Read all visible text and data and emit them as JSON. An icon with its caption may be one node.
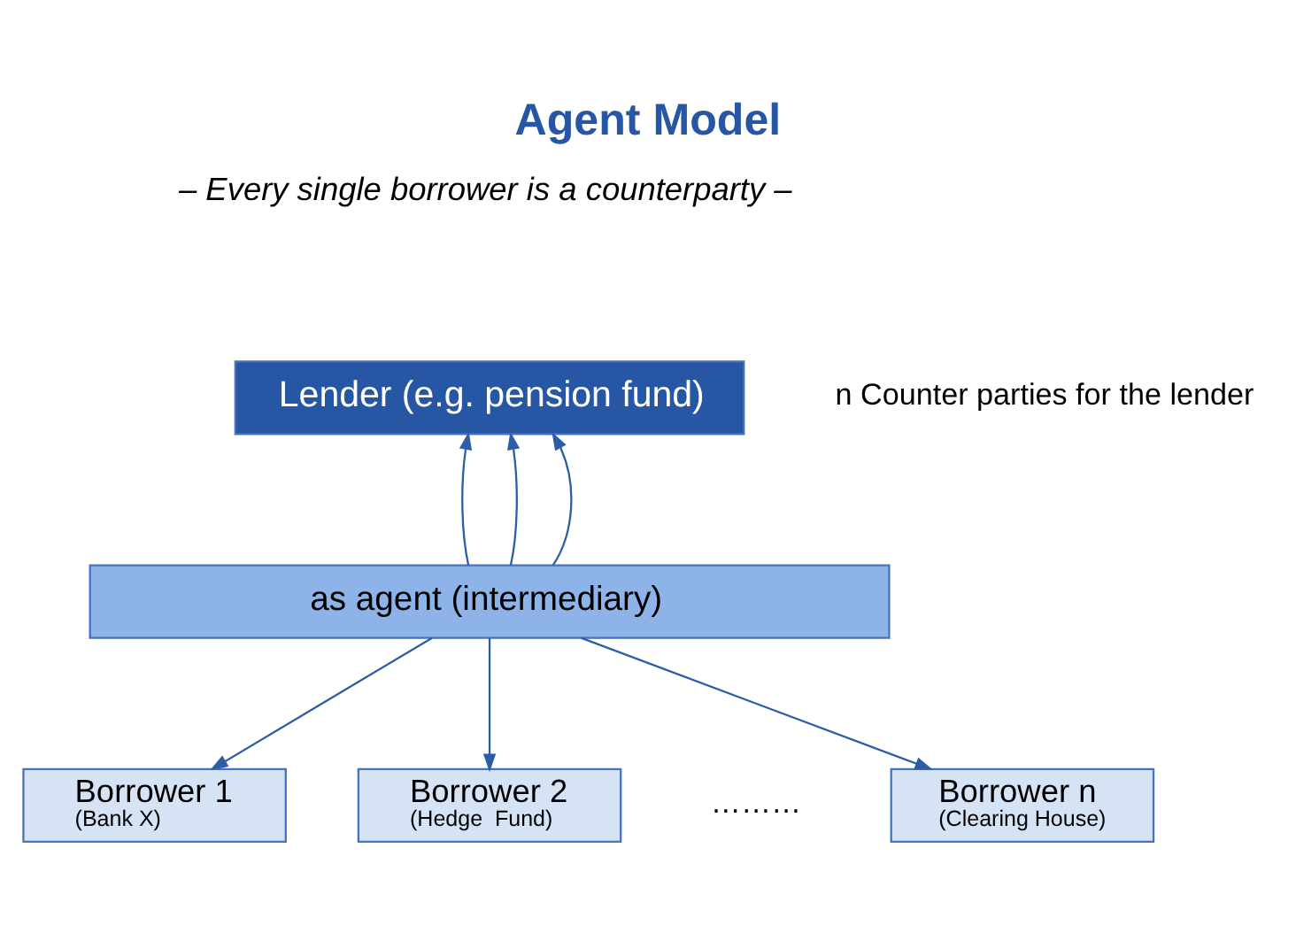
{
  "diagram": {
    "title": "Agent Model",
    "nodes": [
      {
        "text": [
          "Lender (e.g. pension fund)"
        ]
      },
      {
        "text": [
          "as agent (intermediary)"
        ]
      },
      {
        "text": [
          "Borrower 1",
          "(Bank X)"
        ]
      },
      {
        "text": [
          "Borrower 2",
          "(Hedge  Fund)"
        ]
      },
      {
        "text": [
          "Borrower n",
          "(Clearing House)"
        ]
      }
    ],
    "edges": [
      {
        "from": 1,
        "to": 0,
        "arrow": "to"
      },
      {
        "from": 1,
        "to": 0,
        "arrow": "to"
      },
      {
        "from": 1,
        "to": 0,
        "arrow": "to"
      },
      {
        "from": 1,
        "to": 2,
        "arrow": "to"
      },
      {
        "from": 1,
        "to": 3,
        "arrow": "to"
      },
      {
        "from": 1,
        "to": 4,
        "arrow": "to"
      }
    ],
    "labels": [
      "– Every single borrower is a counterparty –",
      "n Counter parties for the lender",
      "………"
    ]
  }
}
